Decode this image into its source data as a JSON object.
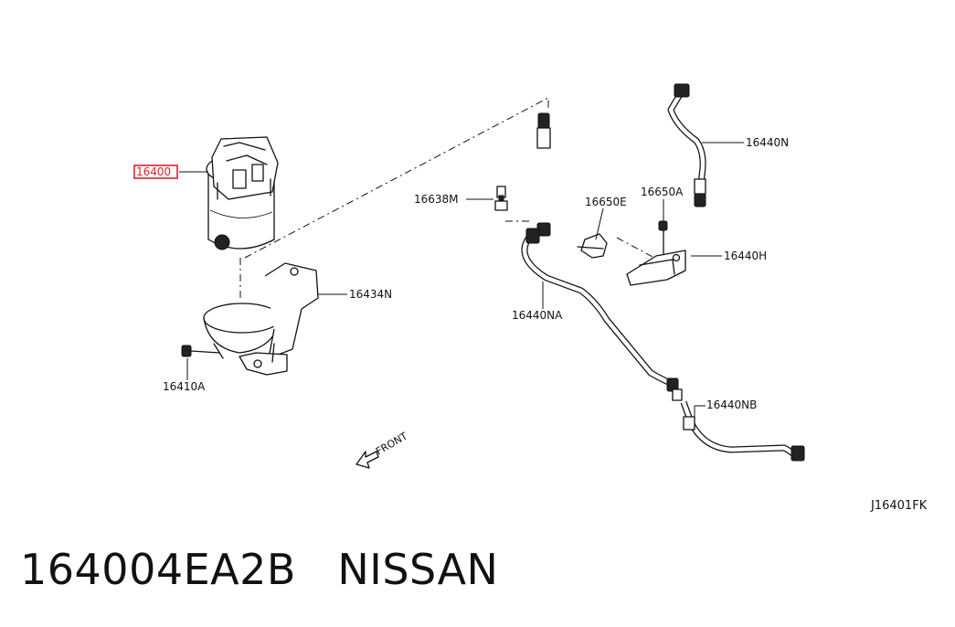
{
  "labels": {
    "p16400": "16400",
    "p16638M": "16638M",
    "p16650E": "16650E",
    "p16650A": "16650A",
    "p16440N": "16440N",
    "p16440H": "16440H",
    "p16434N": "16434N",
    "p16440NA": "16440NA",
    "p16410A": "16410A",
    "p16440NB": "16440NB",
    "front": "FRONT",
    "code": "J16401FK"
  },
  "caption": {
    "part_number": "164004EA2B",
    "brand": "NISSAN"
  },
  "colors": {
    "highlight": "#e0202a",
    "line": "#111111"
  }
}
